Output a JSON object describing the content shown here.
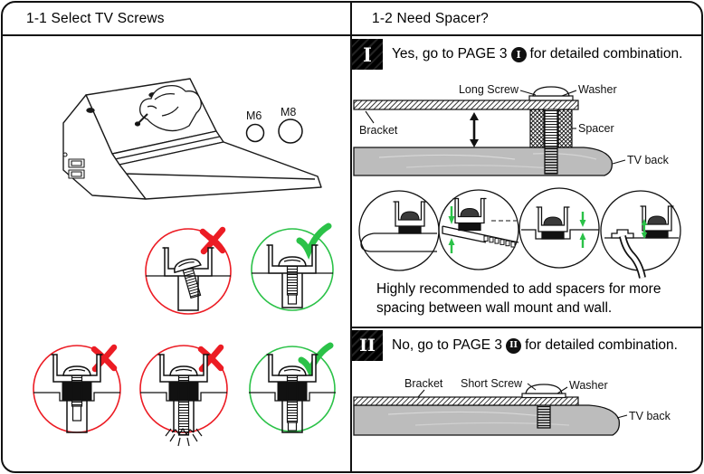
{
  "left_panel": {
    "title": "1-1 Select TV Screws",
    "screw_sizes": {
      "m6": "M6",
      "m8": "M8"
    }
  },
  "right_panel": {
    "title": "1-2 Need Spacer?",
    "yes_section": {
      "section_badge": "I",
      "text_before_badge": "Yes, go to PAGE 3",
      "page_badge": "I",
      "text_after_badge": "for detailed combination.",
      "diagram_labels": {
        "long_screw": "Long Screw",
        "washer": "Washer",
        "bracket": "Bracket",
        "spacer": "Spacer",
        "tv_back": "TV back"
      },
      "note_line1": "Highly recommended to add spacers for more",
      "note_line2": "spacing between wall mount and wall."
    },
    "no_section": {
      "section_badge": "II",
      "text_before_badge": "No, go to PAGE 3",
      "page_badge": "II",
      "text_after_badge": "for detailed combination.",
      "diagram_labels": {
        "bracket": "Bracket",
        "short_screw": "Short Screw",
        "washer": "Washer",
        "tv_back": "TV back"
      }
    }
  },
  "colors": {
    "wrong_red": "#ec1c24",
    "correct_green": "#2bc248",
    "tv_gray": "#bcbcbc",
    "line_black": "#111111"
  }
}
